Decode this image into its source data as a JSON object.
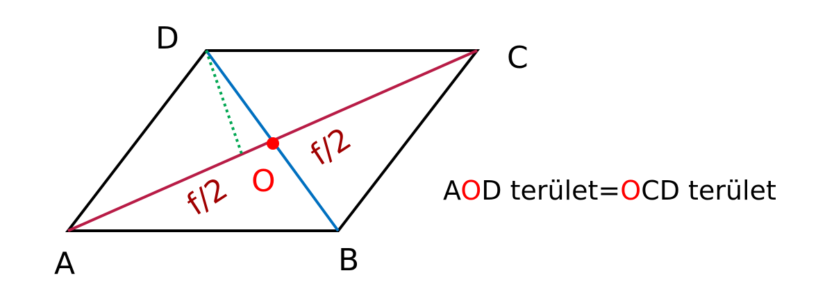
{
  "vertices": {
    "A": "A",
    "B": "B",
    "C": "C",
    "D": "D"
  },
  "center": "O",
  "half_diagonal_label": "f/2",
  "equation": {
    "part1_a": "A",
    "part1_o": "O",
    "part1_rest": "D terület=",
    "part2_o": "O",
    "part2_rest": "CD terület"
  },
  "colors": {
    "outline": "#000000",
    "diagonal_ac": "#b81c46",
    "diagonal_bd": "#0070c0",
    "height": "#00a651",
    "center": "#ff0000",
    "half_label": "#a00000"
  }
}
